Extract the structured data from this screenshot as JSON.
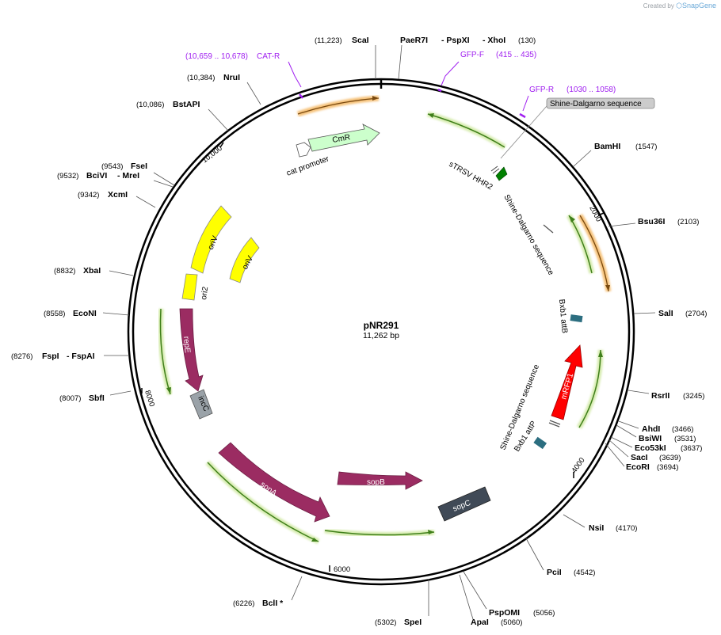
{
  "credit": {
    "text": "Created by",
    "brand": "SnapGene"
  },
  "plasmid": {
    "name": "pNR291",
    "length": "11,262 bp"
  },
  "ticks": [
    "2000",
    "4000",
    "6000",
    "8000",
    "10,000"
  ],
  "sites": [
    {
      "id": "scai",
      "name": "ScaI",
      "pos": "(11,223)"
    },
    {
      "id": "paer7i",
      "name": "PaeR7I",
      "pos": ""
    },
    {
      "id": "pspxi",
      "name": "- PspXI",
      "pos": ""
    },
    {
      "id": "xhoi",
      "name": "- XhoI",
      "pos": "(130)"
    },
    {
      "id": "nrui",
      "name": "NruI",
      "pos": "(10,384)"
    },
    {
      "id": "bstapi",
      "name": "BstAPI",
      "pos": "(10,086)"
    },
    {
      "id": "bamhi",
      "name": "BamHI",
      "pos": "(1547)"
    },
    {
      "id": "fsei",
      "name": "FseI",
      "pos": "(9543)"
    },
    {
      "id": "bcivi",
      "name": "BciVI",
      "pos": "(9532)"
    },
    {
      "id": "mrei",
      "name": "- MreI",
      "pos": ""
    },
    {
      "id": "xcmi",
      "name": "XcmI",
      "pos": "(9342)"
    },
    {
      "id": "bsu36i",
      "name": "Bsu36I",
      "pos": "(2103)"
    },
    {
      "id": "xbai",
      "name": "XbaI",
      "pos": "(8832)"
    },
    {
      "id": "econi",
      "name": "EcoNI",
      "pos": "(8558)"
    },
    {
      "id": "sali",
      "name": "SalI",
      "pos": "(2704)"
    },
    {
      "id": "fspi",
      "name": "FspI",
      "pos": "(8276)"
    },
    {
      "id": "fspai",
      "name": "- FspAI",
      "pos": ""
    },
    {
      "id": "rsrii",
      "name": "RsrII",
      "pos": "(3245)"
    },
    {
      "id": "sbfi",
      "name": "SbfI",
      "pos": "(8007)"
    },
    {
      "id": "ahdi",
      "name": "AhdI",
      "pos": "(3466)"
    },
    {
      "id": "bsiwi",
      "name": "BsiWI",
      "pos": "(3531)"
    },
    {
      "id": "eco53ki",
      "name": "Eco53kI",
      "pos": "(3637)"
    },
    {
      "id": "saci",
      "name": "SacI",
      "pos": "(3639)"
    },
    {
      "id": "ecori",
      "name": "EcoRI",
      "pos": "(3694)"
    },
    {
      "id": "nsii",
      "name": "NsiI",
      "pos": "(4170)"
    },
    {
      "id": "pcii",
      "name": "PciI",
      "pos": "(4542)"
    },
    {
      "id": "bcli",
      "name": "BclI *",
      "pos": "(6226)"
    },
    {
      "id": "psp0mi",
      "name": "PspOMI",
      "pos": "(5056)"
    },
    {
      "id": "apai",
      "name": "ApaI",
      "pos": "(5060)"
    },
    {
      "id": "spei",
      "name": "SpeI",
      "pos": "(5302)"
    }
  ],
  "primers": [
    {
      "id": "cat-r",
      "name": "CAT-R",
      "range": "(10,659 .. 10,678)"
    },
    {
      "id": "gfp-f",
      "name": "GFP-F",
      "range": "(415 .. 435)"
    },
    {
      "id": "gfp-r",
      "name": "GFP-R",
      "range": "(1030 .. 1058)"
    }
  ],
  "features": {
    "cmr": "CmR",
    "cat_promoter": "cat promoter",
    "ori_v_outer": "oriV",
    "ori_v_inner": "oriV",
    "ori2": "ori2",
    "repe": "repE",
    "incc": "incC",
    "sopa": "sopA",
    "sopb": "sopB",
    "sopc": "sopC",
    "mrfp1": "mRFP1",
    "strsv": "sTRSV HHR2",
    "sd_tooltip": "Shine-Dalgarno sequence",
    "sd1": "Shine-Dalgarno sequence",
    "bxb1_attb": "Bxb1 attB",
    "sd2": "Shine-Dalgarno sequence",
    "bxb1_attp": "Bxb1 attP"
  },
  "colors": {
    "backbone": "#000000",
    "orf": "#d7ecb0",
    "orf_line": "#3f7f1a",
    "primer": "#a020f0",
    "cmr": "#ccffcc",
    "origin": "#ffff00",
    "repe": "#9b2c62",
    "incc": "#9aa2a8",
    "sopc": "#404a57",
    "mrfp1": "#ff0000",
    "terminator": "#008000",
    "attsite": "#2c6e80"
  }
}
